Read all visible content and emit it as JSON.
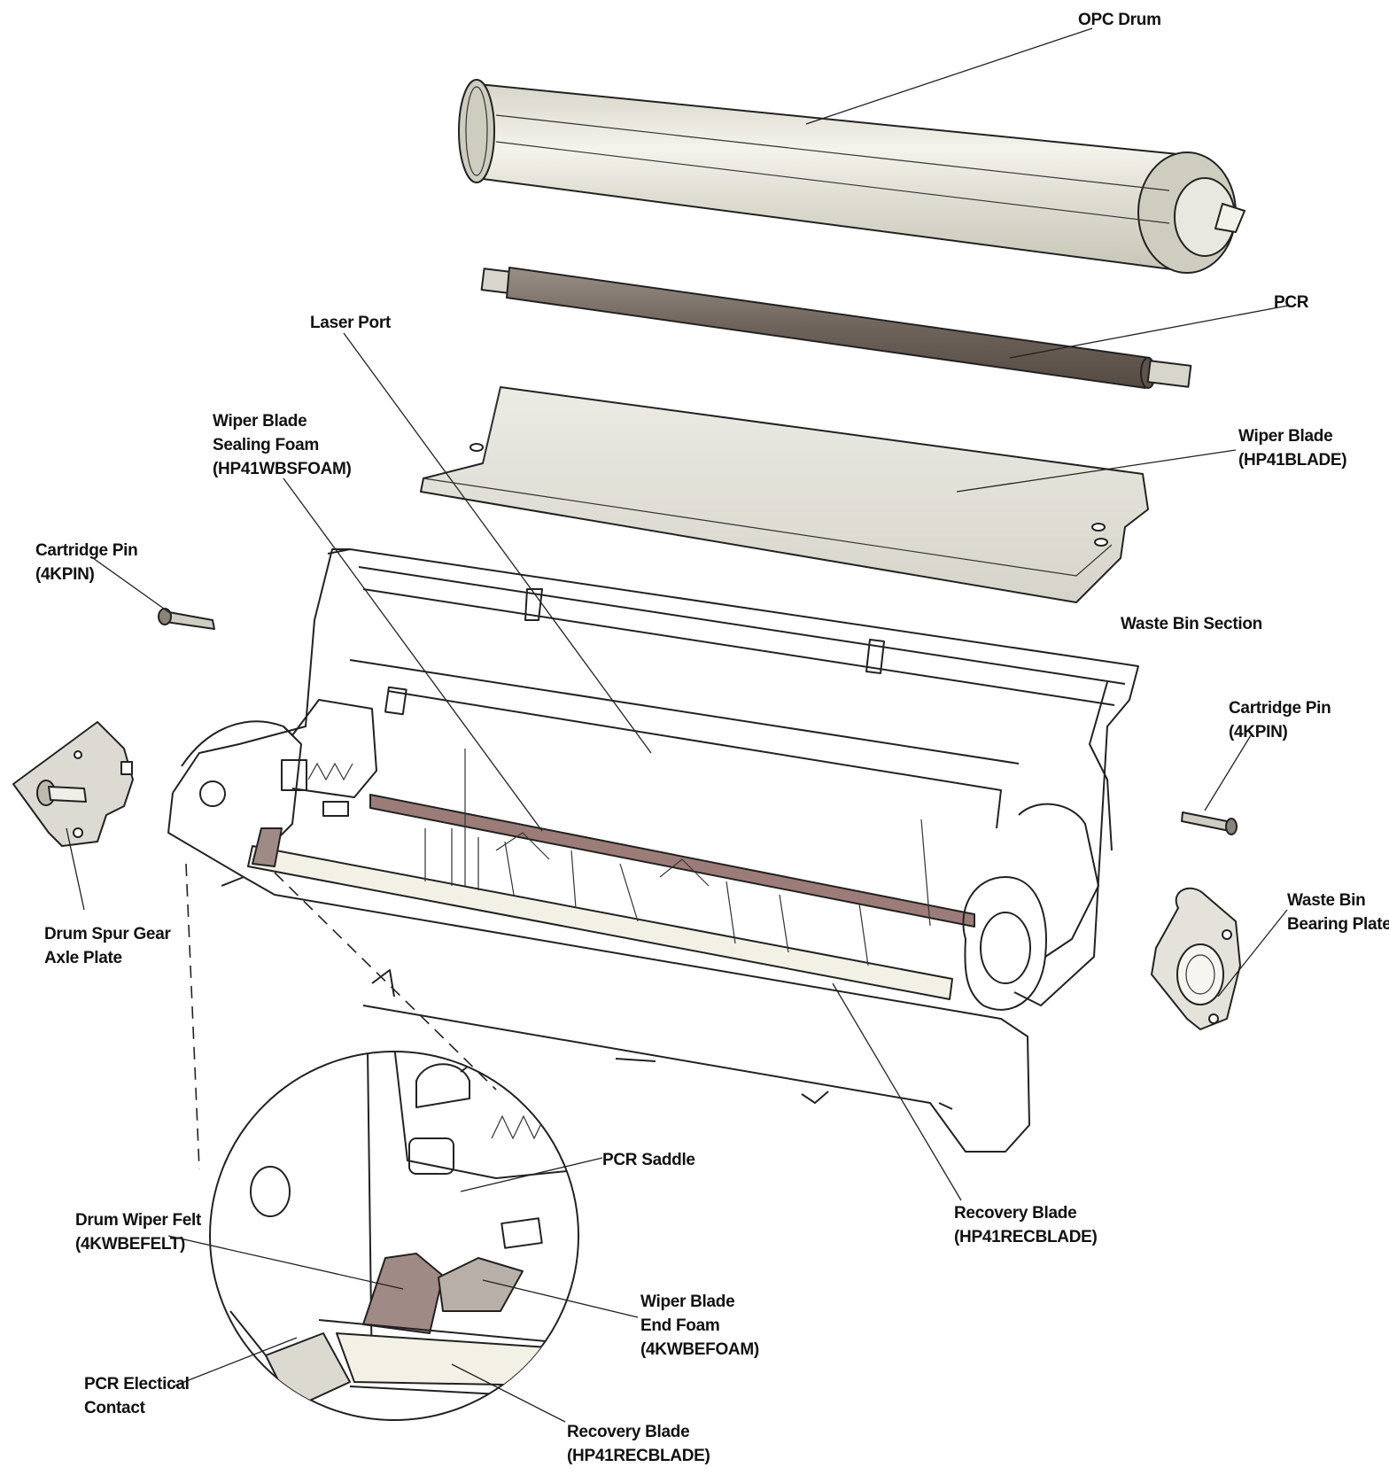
{
  "labels": {
    "opc_drum": "OPC Drum",
    "pcr": "PCR",
    "laser_port": "Laser Port",
    "wiper_blade_sealing_foam": [
      "Wiper Blade",
      "Sealing Foam",
      "(HP41WBSFOAM)"
    ],
    "wiper_blade": [
      "Wiper Blade",
      "(HP41BLADE)"
    ],
    "cartridge_pin_left": [
      "Cartridge Pin",
      "(4KPIN)"
    ],
    "waste_bin_section": "Waste Bin Section",
    "cartridge_pin_right": [
      "Cartridge Pin",
      "(4KPIN)"
    ],
    "drum_spur_gear_axle_plate": [
      "Drum Spur Gear",
      "Axle Plate"
    ],
    "waste_bin_bearing_plate": [
      "Waste Bin",
      "Bearing Plate"
    ],
    "recovery_blade_main": [
      "Recovery Blade",
      "(HP41RECBLADE)"
    ],
    "pcr_saddle": "PCR Saddle",
    "drum_wiper_felt": [
      "Drum Wiper Felt",
      "(4KWBEFELT)"
    ],
    "wiper_blade_end_foam": [
      "Wiper Blade",
      "End Foam",
      "(4KWBEFOAM)"
    ],
    "pcr_electrical_contact": [
      "PCR Electical",
      "Contact"
    ],
    "recovery_blade_detail": [
      "Recovery Blade",
      "(HP41RECBLADE)"
    ]
  },
  "colors": {
    "opc_drum_body": "#e8e6dc",
    "pcr_roller": "#7a6f66",
    "wiper_blade": "#e2e0d8",
    "sealing_foam": "#9c7c78",
    "felt": "#a08a86",
    "recovery_blade": "#f3f1e6",
    "line": "#222222"
  }
}
